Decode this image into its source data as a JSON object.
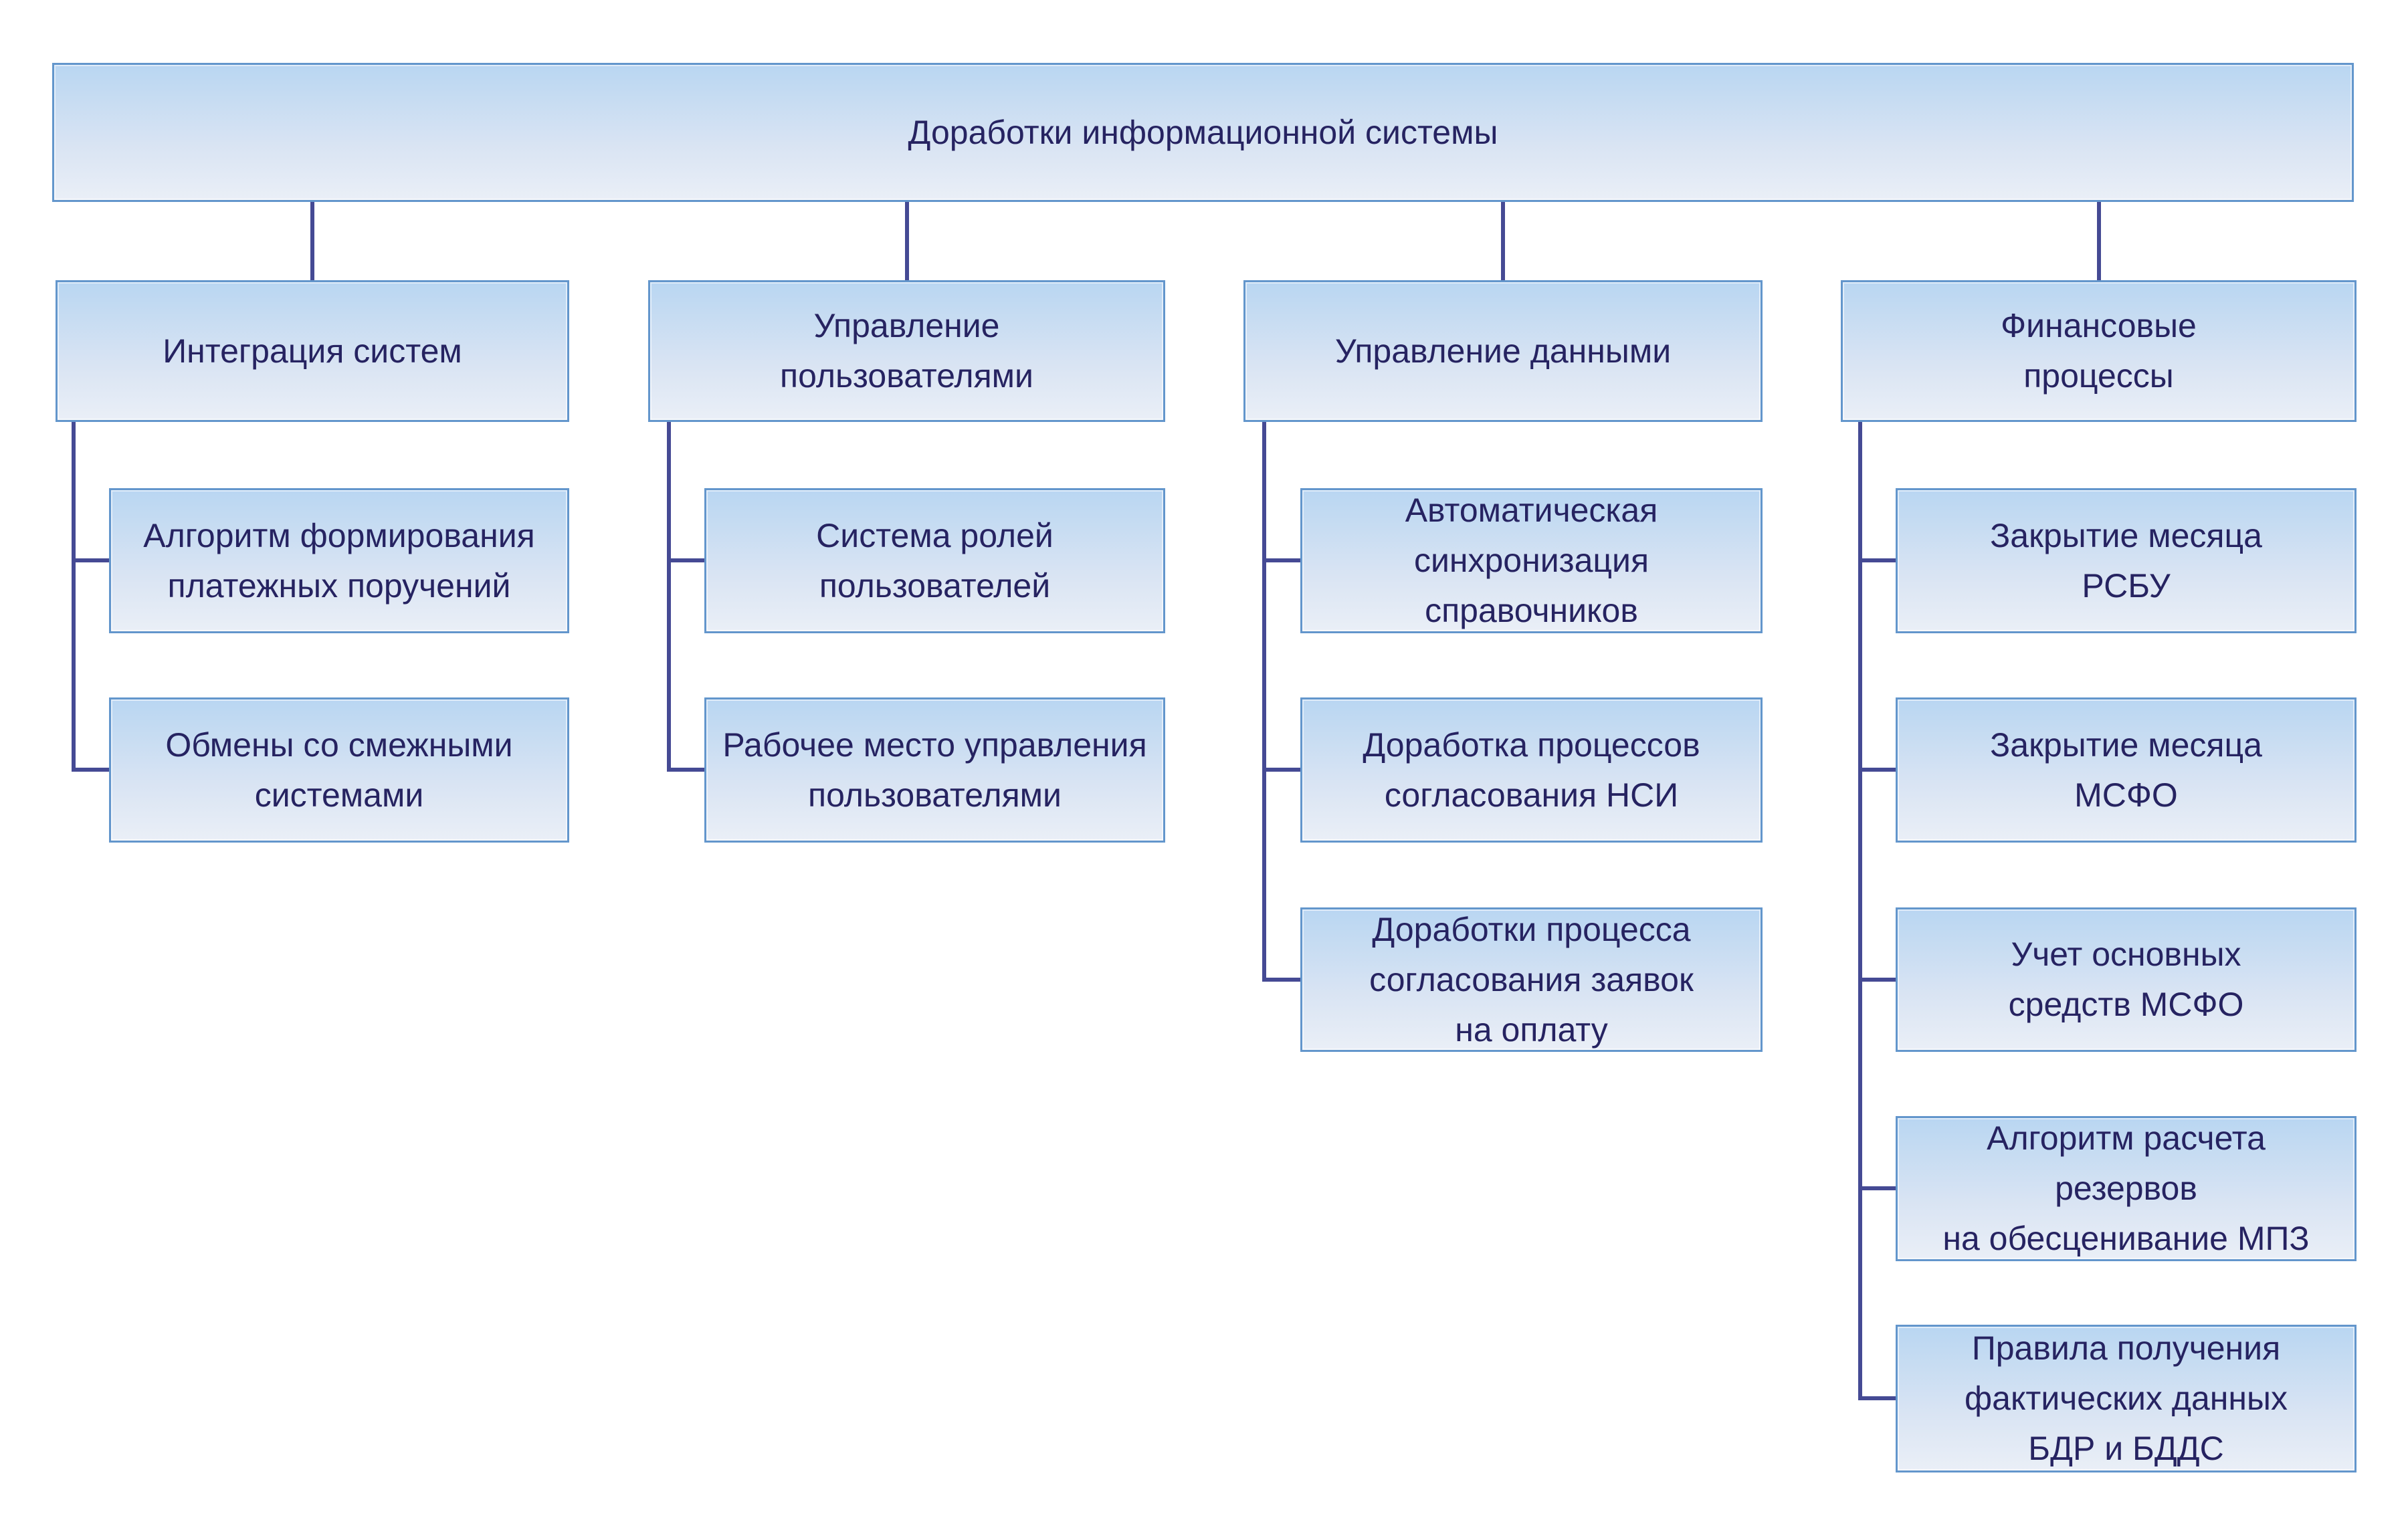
{
  "diagram": {
    "title": "Доработки информационной системы",
    "columns": [
      {
        "label": "Интеграция систем",
        "children": [
          "Алгоритм формирования\nплатежных поручений",
          "Обмены со смежными\nсистемами"
        ]
      },
      {
        "label": "Управление\nпользователями",
        "children": [
          "Система ролей\nпользователей",
          "Рабочее место управления\nпользователями"
        ]
      },
      {
        "label": "Управление данными",
        "children": [
          "Автоматическая\nсинхронизация\nсправочников",
          "Доработка процессов\nсогласования НСИ",
          "Доработки процесса\nсогласования заявок\nна оплату"
        ]
      },
      {
        "label": "Финансовые\nпроцессы",
        "children": [
          "Закрытие месяца\nРСБУ",
          "Закрытие месяца\nМСФО",
          "Учет основных\nсредств МСФО",
          "Алгоритм расчета резервов\nна обесценивание МПЗ",
          "Правила получения\nфактических данных\nБДР и БДДС"
        ]
      }
    ],
    "colors": {
      "node_fill_top": "#b9d6f2",
      "node_fill_bottom": "#eaeff7",
      "node_border": "#6396cc",
      "connector": "#454a94",
      "text": "#262361",
      "background": "#ffffff"
    }
  }
}
